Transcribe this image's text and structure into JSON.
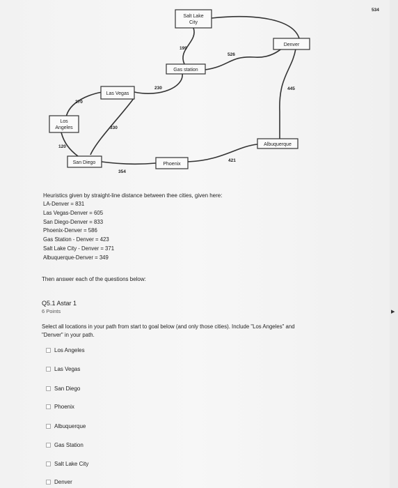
{
  "graph": {
    "nodes": [
      {
        "id": "salt-lake-city",
        "label_lines": [
          "Salt Lake",
          "City"
        ]
      },
      {
        "id": "denver",
        "label_lines": [
          "Denver"
        ]
      },
      {
        "id": "gas-station",
        "label_lines": [
          "Gas station"
        ]
      },
      {
        "id": "las-vegas",
        "label_lines": [
          "Las Vegas"
        ]
      },
      {
        "id": "los-angeles",
        "label_lines": [
          "Los",
          "Angeles"
        ]
      },
      {
        "id": "albuquerque",
        "label_lines": [
          "Albuquerque"
        ]
      },
      {
        "id": "san-diego",
        "label_lines": [
          "San Diego"
        ]
      },
      {
        "id": "phoenix",
        "label_lines": [
          "Phoenix"
        ]
      }
    ],
    "edge_labels": [
      {
        "id": "slc-denver",
        "text": "534"
      },
      {
        "id": "slc-gas",
        "text": "199"
      },
      {
        "id": "gas-denver",
        "text": "526"
      },
      {
        "id": "lv-gas",
        "text": "230"
      },
      {
        "id": "la-lv",
        "text": "270"
      },
      {
        "id": "denver-abq",
        "text": "445"
      },
      {
        "id": "lv-sd",
        "text": "330"
      },
      {
        "id": "la-sd",
        "text": "120"
      },
      {
        "id": "sd-phx",
        "text": "354"
      },
      {
        "id": "phx-abq",
        "text": "421"
      }
    ]
  },
  "heuristics": {
    "intro": "Heuristics given by straight-line distance between thee cities, given here:",
    "items": [
      "LA-Denver = 831",
      "Las Vegas-Denver = 605",
      "San Diego-Denver = 833",
      "Phoenix-Denver = 586",
      "Gas Station - Denver = 423",
      "Salt Lake City - Denver = 371",
      "Albuquerque-Denver = 349"
    ]
  },
  "instruction": "Then answer each of the questions below:",
  "question": {
    "title": "Q5.1 Astar 1",
    "points": "6 Points",
    "prompt": "Select all locations in your path from start to goal below (and only those cities). Include \"Los Angeles\" and \"Denver\" in your path.",
    "options": [
      "Los Angeles",
      "Las Vegas",
      "San Diego",
      "Phoenix",
      "Albuquerque",
      "Gas Station",
      "Salt Lake City",
      "Denver"
    ]
  },
  "side_arrow": "▸"
}
